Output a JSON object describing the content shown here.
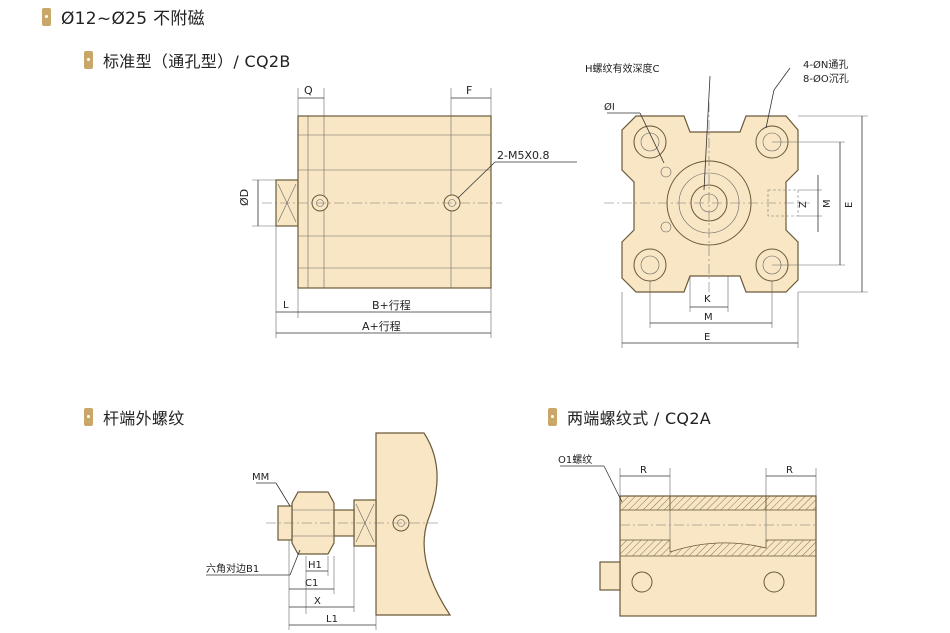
{
  "page_title": "Ø12~Ø25 不附磁",
  "sections": {
    "cq2b": "标准型（通孔型）/ CQ2B",
    "rod_thread": "杆端外螺纹",
    "cq2a": "两端螺纹式 / CQ2A"
  },
  "labels": {
    "Q": "Q",
    "F": "F",
    "M5": "2-M5X0.8",
    "D": "ØD",
    "L": "L",
    "B": "B+行程",
    "A": "A+行程",
    "H": "H螺纹有效深度C",
    "N": "4-ØN通孔",
    "O": "8-ØO沉孔",
    "I": "ØI",
    "Z": "Z",
    "Mv": "M",
    "Ev": "E",
    "K": "K",
    "Mh": "M",
    "Eh": "E",
    "MM": "MM",
    "B1": "六角对边B1",
    "H1": "H1",
    "C1": "C1",
    "X": "X",
    "L1": "L1",
    "O1": "O1螺纹",
    "R1": "R",
    "R2": "R"
  },
  "colors": {
    "body_fill": "#f8e6c4",
    "outline": "#6a5a3a",
    "accent": "#c8a768"
  }
}
